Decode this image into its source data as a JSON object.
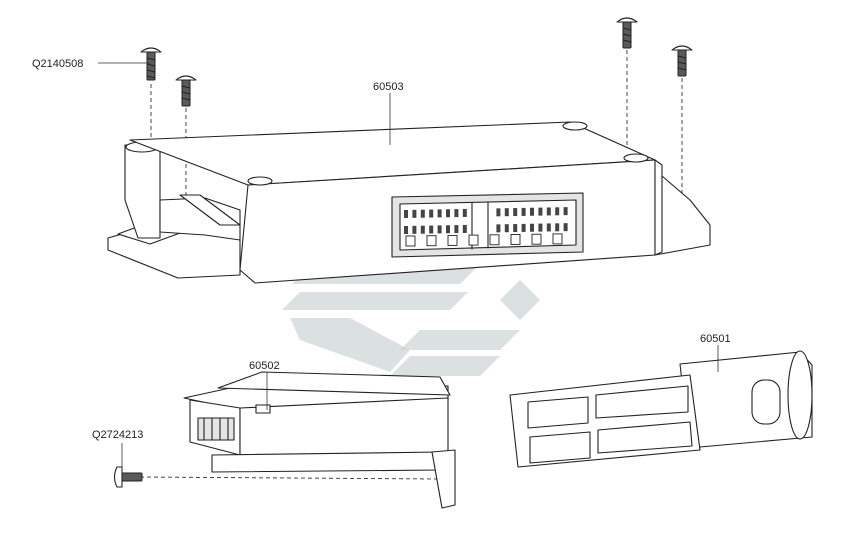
{
  "labels": {
    "screw_top": "Q2140508",
    "main_module": "60503",
    "small_module": "60502",
    "connector_shell": "60501",
    "screw_bottom": "Q2724213"
  }
}
